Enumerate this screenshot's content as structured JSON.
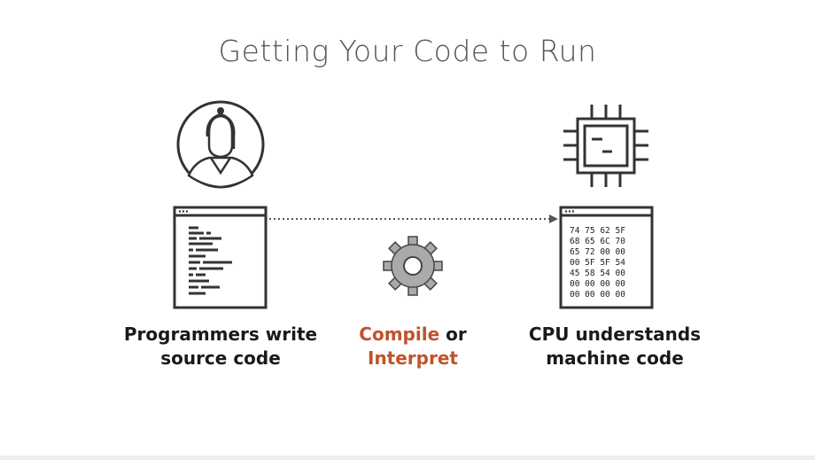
{
  "title": "Getting Your Code to Run",
  "left_caption": {
    "line1": "Programmers write",
    "line2": "source code"
  },
  "middle_caption": {
    "compile": "Compile",
    "or": " or",
    "interpret": "Interpret"
  },
  "right_caption": {
    "line1": "CPU understands",
    "line2": "machine code"
  },
  "machine_code_rows": [
    "74 75 62 5F",
    "68 65 6C 70",
    "65 72 00 00",
    "00 5F 5F 54",
    "45 58 54 00",
    "00 00 00 00",
    "00 00 00 00"
  ],
  "icons": [
    "programmer-avatar-icon",
    "cpu-chip-icon",
    "gear-icon"
  ],
  "colors": {
    "accent": "#c0532c",
    "icon_stroke": "#333333",
    "gear_fill": "#aaaaaa"
  }
}
